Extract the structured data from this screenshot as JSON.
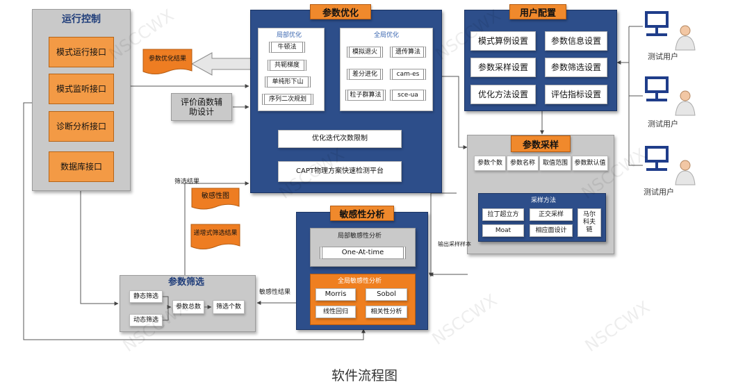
{
  "run_control": {
    "title": "运行控制",
    "items": [
      "模式运行接口",
      "模式监听接口",
      "诊断分析接口",
      "数据库接口"
    ]
  },
  "param_opt": {
    "title": "参数优化",
    "local_title": "局部优化",
    "local_items": [
      "牛顿法",
      "共轭梯度",
      "单纯形下山",
      "序列二次规划"
    ],
    "global_title": "全局优化",
    "global_items": [
      "模拟退火",
      "遗传算法",
      "差分进化",
      "cam-es",
      "粒子群算法",
      "sce-ua"
    ],
    "iter_limit": "优化迭代次数限制",
    "platform": "CAPT物理方案快速检测平台"
  },
  "opt_result": "参数优化结果",
  "eval_func": "评价函数辅助设计",
  "user_config": {
    "title": "用户配置",
    "items": [
      "模式算例设置",
      "参数信息设置",
      "参数采样设置",
      "参数筛选设置",
      "优化方法设置",
      "评估指标设置"
    ]
  },
  "users": [
    "测试用户",
    "测试用户",
    "测试用户"
  ],
  "sampling": {
    "title": "参数采样",
    "fields": [
      "参数个数",
      "参数名称",
      "取值范围",
      "参数默认值"
    ],
    "method_title": "采样方法",
    "methods": [
      "拉丁超立方",
      "正交采样",
      "Moat",
      "相应面设计",
      "马尔科夫链"
    ]
  },
  "output_samples": "输出采样样本",
  "sensitivity": {
    "title": "敏感性分析",
    "local_title": "局部敏感性分析",
    "oat": "One-At-time",
    "global_title": "全局敏感性分析",
    "methods": [
      "Morris",
      "Sobol",
      "线性回归",
      "相关性分析"
    ]
  },
  "sensitivity_result": "敏感性结果",
  "screen_result": "筛选结果",
  "sens_map": "敏感性图",
  "incremental": "递增式筛选结果",
  "screening": {
    "title": "参数筛选",
    "static": "静态筛选",
    "dynamic": "动态筛选",
    "total": "参数总数",
    "count": "筛选个数"
  },
  "watermark": "NSCCWX",
  "caption": "软件流程图"
}
